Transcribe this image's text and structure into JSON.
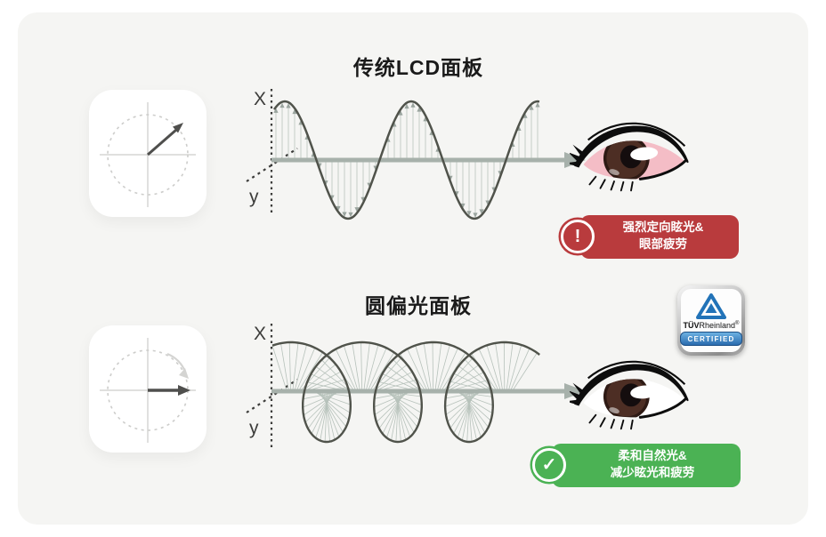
{
  "page": {
    "canvas_background": "#ffffff",
    "panel_background": "#f5f5f3"
  },
  "sections": {
    "traditional": {
      "title": "传统LCD面板",
      "polarization_icon": {
        "name": "linear-polarization",
        "arrow": "diagonal-up-right"
      },
      "wave": {
        "type": "sine",
        "axis_label_x": "X",
        "axis_label_y": "y",
        "amplitude": 66,
        "wavelength": 142,
        "curve_color": "#50534b",
        "axis_color": "#a7b1ab",
        "sample_line_color": "#c5cdc7",
        "sample_arrow_color": "#9aa49e",
        "label_color": "#3c3c3a"
      },
      "eye": {
        "state": "strained",
        "sclera_color": "#f4bdc6"
      },
      "badge": {
        "color": "#b93b3d",
        "icon_symbol": "!",
        "line1": "强烈定向眩光&",
        "line2": "眼部疲劳"
      }
    },
    "circular": {
      "title": "圆偏光面板",
      "certification": {
        "tuv": "TÜV",
        "rheinland": "Rheinland",
        "registered": "®",
        "certified": "CERTIFIED",
        "triangle_color": "#2273b8"
      },
      "polarization_icon": {
        "name": "circular-polarization",
        "arrow": "horizontal-right",
        "rotation_arc": true
      },
      "wave": {
        "type": "helix",
        "axis_label_x": "X",
        "axis_label_y": "y",
        "amplitude_above": 55,
        "amplitude_below": 57,
        "loop_radius": 45,
        "advance_per_radian": 12.73,
        "t_start": 1.2,
        "t_end": 21.2,
        "curve_color": "#50534b",
        "axis_color": "#a7b1ab",
        "fan_line_color": "#b7c2bb",
        "label_color": "#3c3c3a"
      },
      "eye": {
        "state": "relaxed",
        "sclera_color": "#ffffff"
      },
      "badge": {
        "color": "#4bb254",
        "icon_symbol": "✓",
        "line1": "柔和自然光&",
        "line2": "减少眩光和疲劳"
      }
    }
  }
}
